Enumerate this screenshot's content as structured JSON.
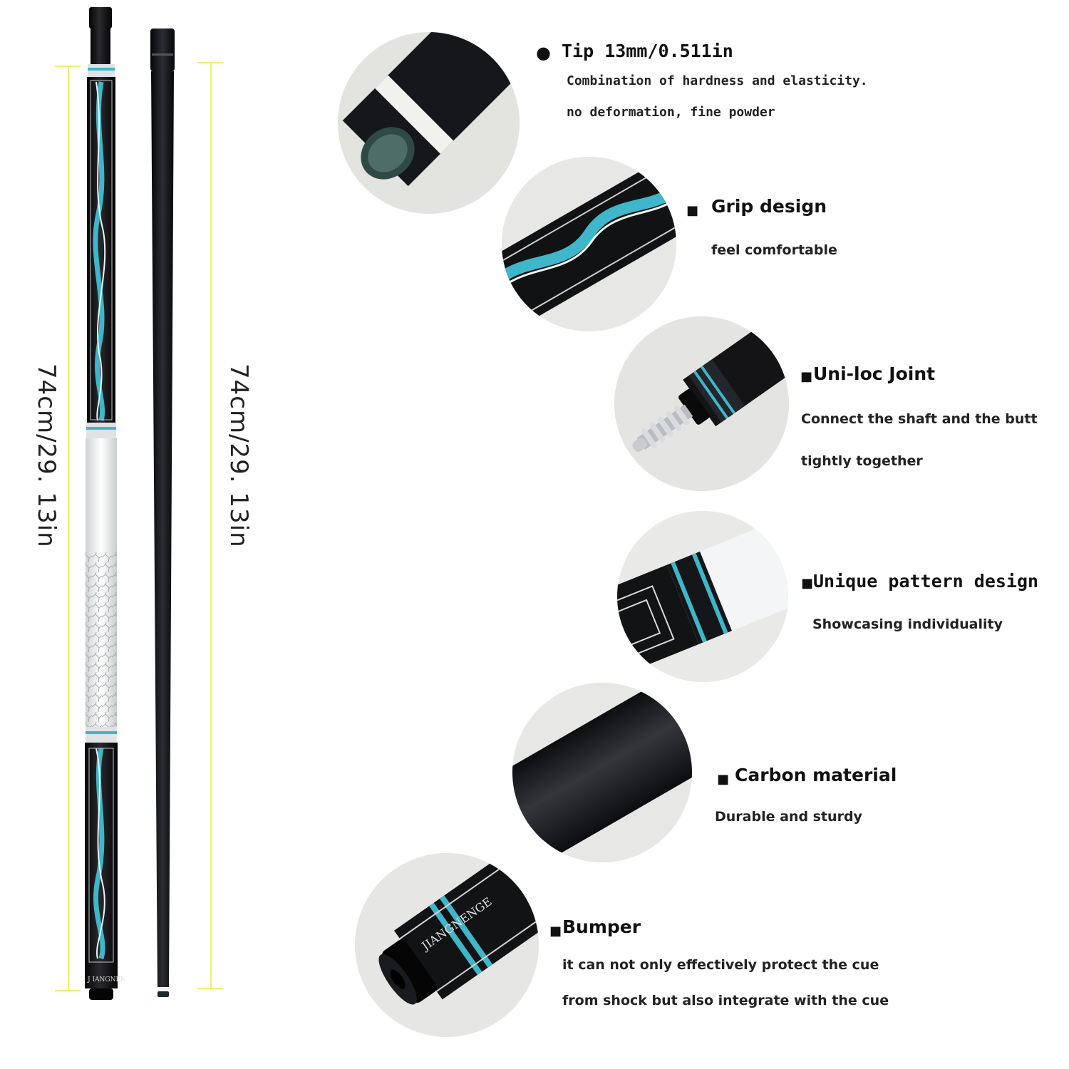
{
  "dimensions": {
    "butt_length": "74cm/29. 13in",
    "shaft_length": "74cm/29. 13in"
  },
  "butt_brand": "J IANGNEN",
  "bumper_brand": "JIANGNENGE",
  "features": [
    {
      "icon": "tip-closeup",
      "title": "Tip 13mm/0.511in",
      "desc": [
        "Combination of hardness and elasticity.",
        "no deformation, fine powder"
      ]
    },
    {
      "icon": "grip-closeup",
      "title": "Grip design",
      "desc": [
        "feel comfortable"
      ]
    },
    {
      "icon": "joint-closeup",
      "title": "Uni-loc Joint",
      "desc": [
        "Connect the shaft and the butt",
        "tightly together"
      ]
    },
    {
      "icon": "pattern-closeup",
      "title": "Unique pattern design",
      "desc": [
        "Showcasing individuality"
      ]
    },
    {
      "icon": "carbon-closeup",
      "title": "Carbon material",
      "desc": [
        "Durable and sturdy"
      ]
    },
    {
      "icon": "bumper-closeup",
      "title": "Bumper",
      "desc": [
        "it can not only effectively protect the cue",
        "from shock but also integrate with the cue"
      ]
    }
  ],
  "colors": {
    "accent_teal": "#3fb6c9",
    "cue_black": "#141416",
    "marker_yellow": "#f2ee6a"
  }
}
